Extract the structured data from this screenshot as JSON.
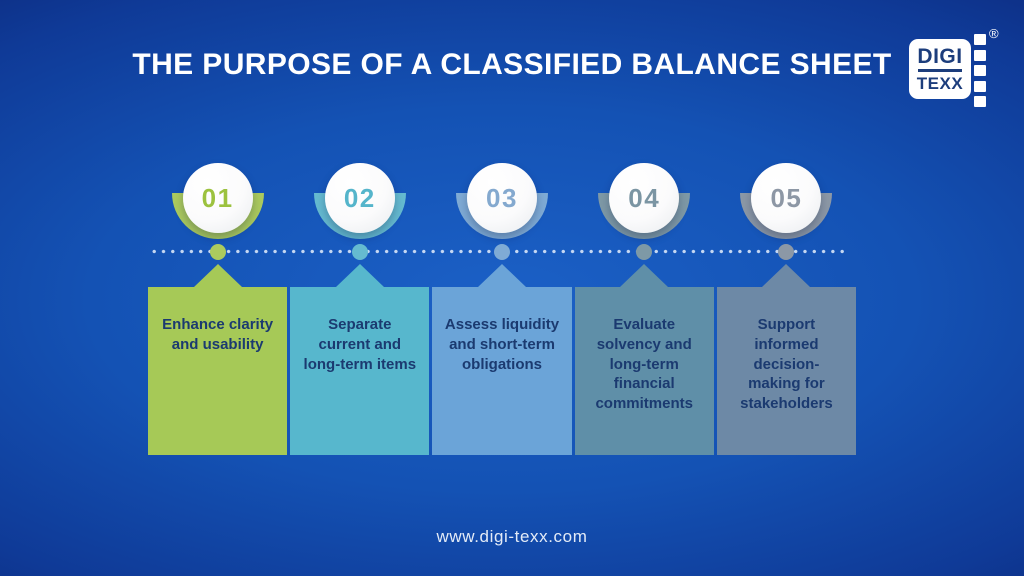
{
  "page": {
    "title": "THE PURPOSE OF A CLASSIFIED BALANCE SHEET",
    "website": "www.digi-texx.com"
  },
  "logo": {
    "line1": "DIGI",
    "line2": "TEXX",
    "registered_mark": "®"
  },
  "colors": {
    "background_center": "#1b60c6",
    "background_edge": "#091640",
    "block_text_navy": "#1b3a70",
    "logo_navy": "#1c3d7c",
    "title_white": "#ffffff"
  },
  "steps": [
    {
      "number": "01",
      "text": "Enhance clarity\nand usability",
      "block_color": "#a6c957",
      "accent_color": "#abca5e",
      "number_color": "#9cc23f"
    },
    {
      "number": "02",
      "text": "Separate\ncurrent and\nlong-term items",
      "block_color": "#57b7cd",
      "accent_color": "#65bad0",
      "number_color": "#55b5cb"
    },
    {
      "number": "03",
      "text": "Assess liquidity\nand short-term\nobligations",
      "block_color": "#6ba4d8",
      "accent_color": "#7fabd5",
      "number_color": "#84a9cf"
    },
    {
      "number": "04",
      "text": "Evaluate\nsolvency and\nlong-term\nfinancial\ncommitments",
      "block_color": "#5f8fa8",
      "accent_color": "#7e99a6",
      "number_color": "#7b95a3"
    },
    {
      "number": "05",
      "text": "Support\ninformed\ndecision-\nmaking for\nstakeholders",
      "block_color": "#6d89a6",
      "accent_color": "#8c98a6",
      "number_color": "#8d97a5"
    }
  ]
}
